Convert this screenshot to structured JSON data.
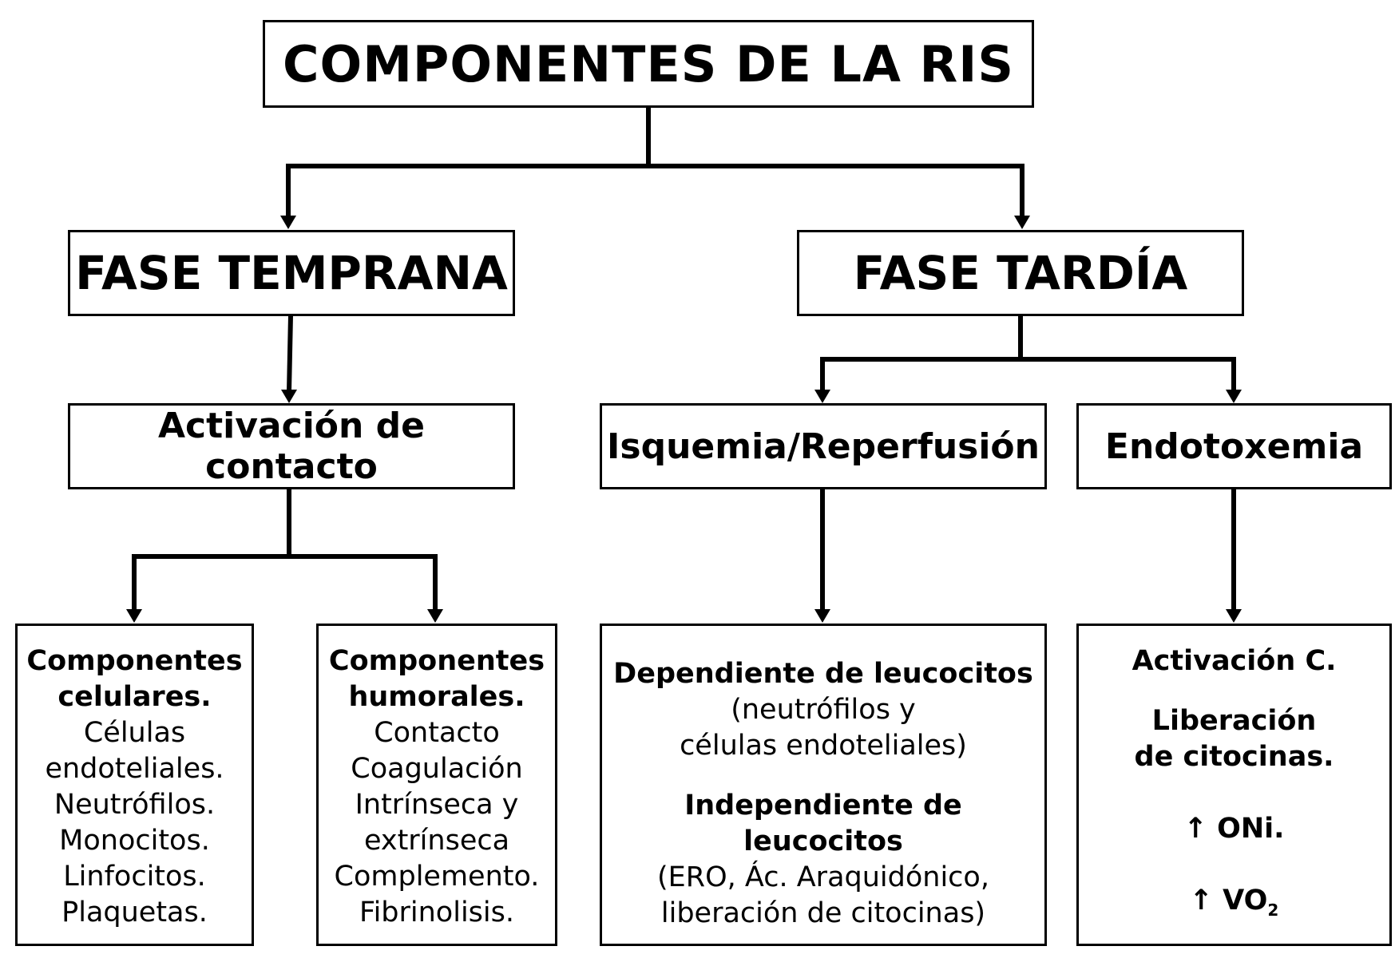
{
  "title": "COMPONENTES DE LA RIS",
  "early": {
    "label": "FASE TEMPRANA",
    "contact": "Activación de contacto",
    "cellular": {
      "heading1": "Componentes",
      "heading2": "celulares.",
      "items": [
        "Células",
        "endoteliales.",
        "Neutrófilos.",
        "Monocitos.",
        "Linfocitos.",
        "Plaquetas."
      ]
    },
    "humoral": {
      "heading1": "Componentes",
      "heading2": "humorales.",
      "items": [
        "Contacto",
        "Coagulación",
        "Intrínseca y",
        "extrínseca",
        "Complemento.",
        "Fibrinolisis."
      ]
    }
  },
  "late": {
    "label": "FASE TARDÍA",
    "ischemia": {
      "label": "Isquemia/Reperfusión",
      "dep_title": "Dependiente de leucocitos",
      "dep_line1": "(neutrófilos y",
      "dep_line2": "células endoteliales)",
      "indep_title": "Independiente de leucocitos",
      "indep_line1": "(ERO, Ác. Araquidónico,",
      "indep_line2": "liberación de citocinas)"
    },
    "endotoxemia": {
      "label": "Endotoxemia",
      "item1": "Activación C.",
      "item2_line1": "Liberación",
      "item2_line2": "de citocinas.",
      "up_arrow": "↑",
      "item3": "ONi.",
      "item4": "VO",
      "item4_sub": "2"
    }
  }
}
